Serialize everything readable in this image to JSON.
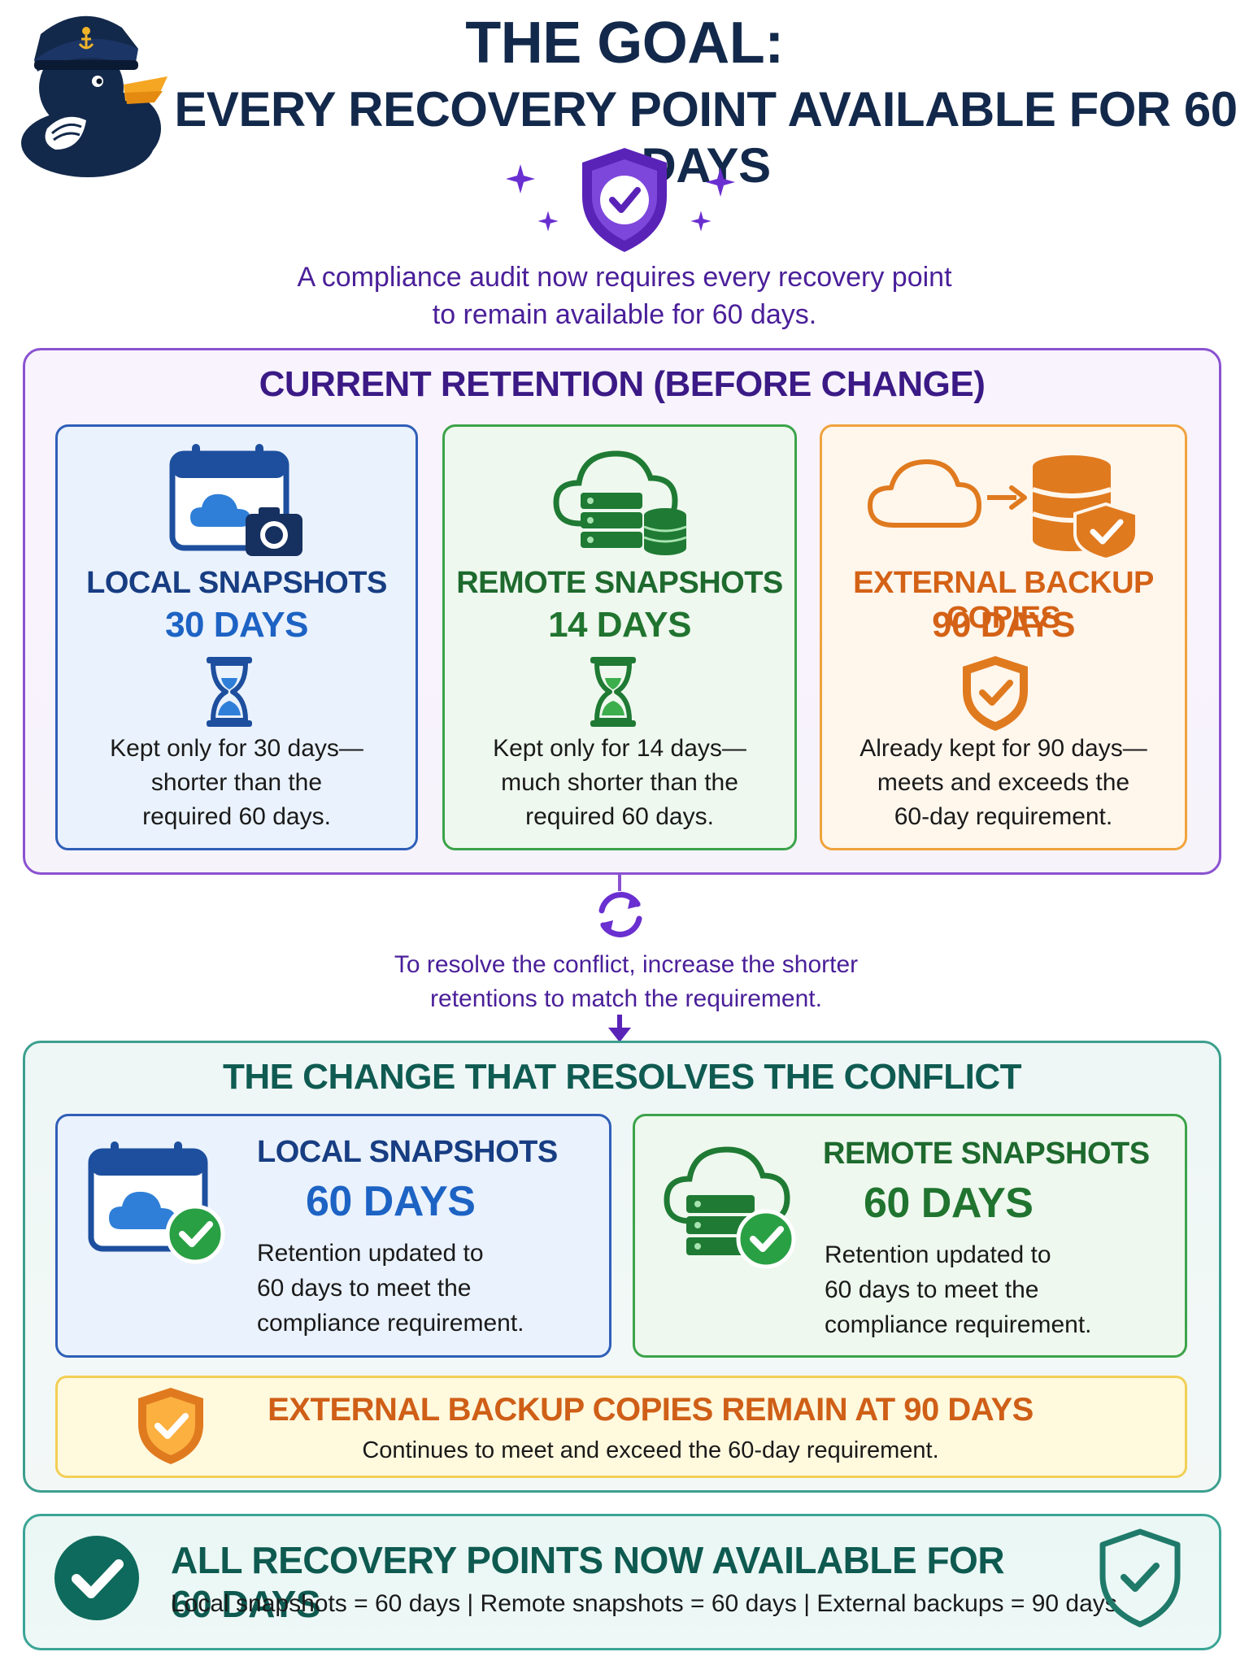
{
  "header": {
    "title_line1": "THE GOAL:",
    "title_line2": "EVERY RECOVERY POINT AVAILABLE FOR 60 DAYS",
    "subtitle_line1": "A compliance audit now requires every recovery point",
    "subtitle_line2": "to remain available for 60 days."
  },
  "before": {
    "title": "CURRENT RETENTION (BEFORE CHANGE)",
    "cards": [
      {
        "title": "LOCAL SNAPSHOTS",
        "days": "30 DAYS",
        "desc": [
          "Kept only for 30 days—",
          "shorter than the",
          "required 60 days."
        ]
      },
      {
        "title": "REMOTE SNAPSHOTS",
        "days": "14 DAYS",
        "desc": [
          "Kept only for 14 days—",
          "much shorter than the",
          "required 60 days."
        ]
      },
      {
        "title": "EXTERNAL BACKUP COPIES",
        "days": "90 DAYS",
        "desc": [
          "Already kept for 90 days—",
          "meets and exceeds the",
          "60-day requirement."
        ]
      }
    ]
  },
  "transition": {
    "line1": "To resolve the conflict, increase the shorter",
    "line2": "retentions to match the requirement."
  },
  "change": {
    "title": "THE CHANGE THAT RESOLVES THE CONFLICT",
    "cards": [
      {
        "title": "LOCAL SNAPSHOTS",
        "days": "60 DAYS",
        "desc": [
          "Retention updated to",
          "60 days to meet the",
          "compliance requirement."
        ]
      },
      {
        "title": "REMOTE SNAPSHOTS",
        "days": "60 DAYS",
        "desc": [
          "Retention updated to",
          "60 days to meet the",
          "compliance requirement."
        ]
      }
    ],
    "external": {
      "title": "EXTERNAL BACKUP COPIES REMAIN AT 90 DAYS",
      "desc": "Continues to meet and exceed the 60-day requirement."
    }
  },
  "result": {
    "title": "ALL RECOVERY POINTS NOW AVAILABLE FOR 60 DAYS",
    "summary": "Local snapshots = 60 days  |  Remote snapshots = 60 days  |  External backups = 90 days"
  },
  "icons": {
    "mascot": "sailor-duck-icon",
    "goal": "shield-check-icon",
    "local": "calendar-cloud-camera-icon",
    "remote": "cloud-server-database-icon",
    "external": "cloud-to-database-shield-icon",
    "timer": "hourglass-icon",
    "cycle": "refresh-cycle-icon",
    "success": "check-circle-icon"
  },
  "colors": {
    "navy": "#13294b",
    "purple": "#4a1f99",
    "blue": "#1d63c4",
    "green": "#20742f",
    "orange": "#d46216",
    "teal": "#0e5a50"
  }
}
